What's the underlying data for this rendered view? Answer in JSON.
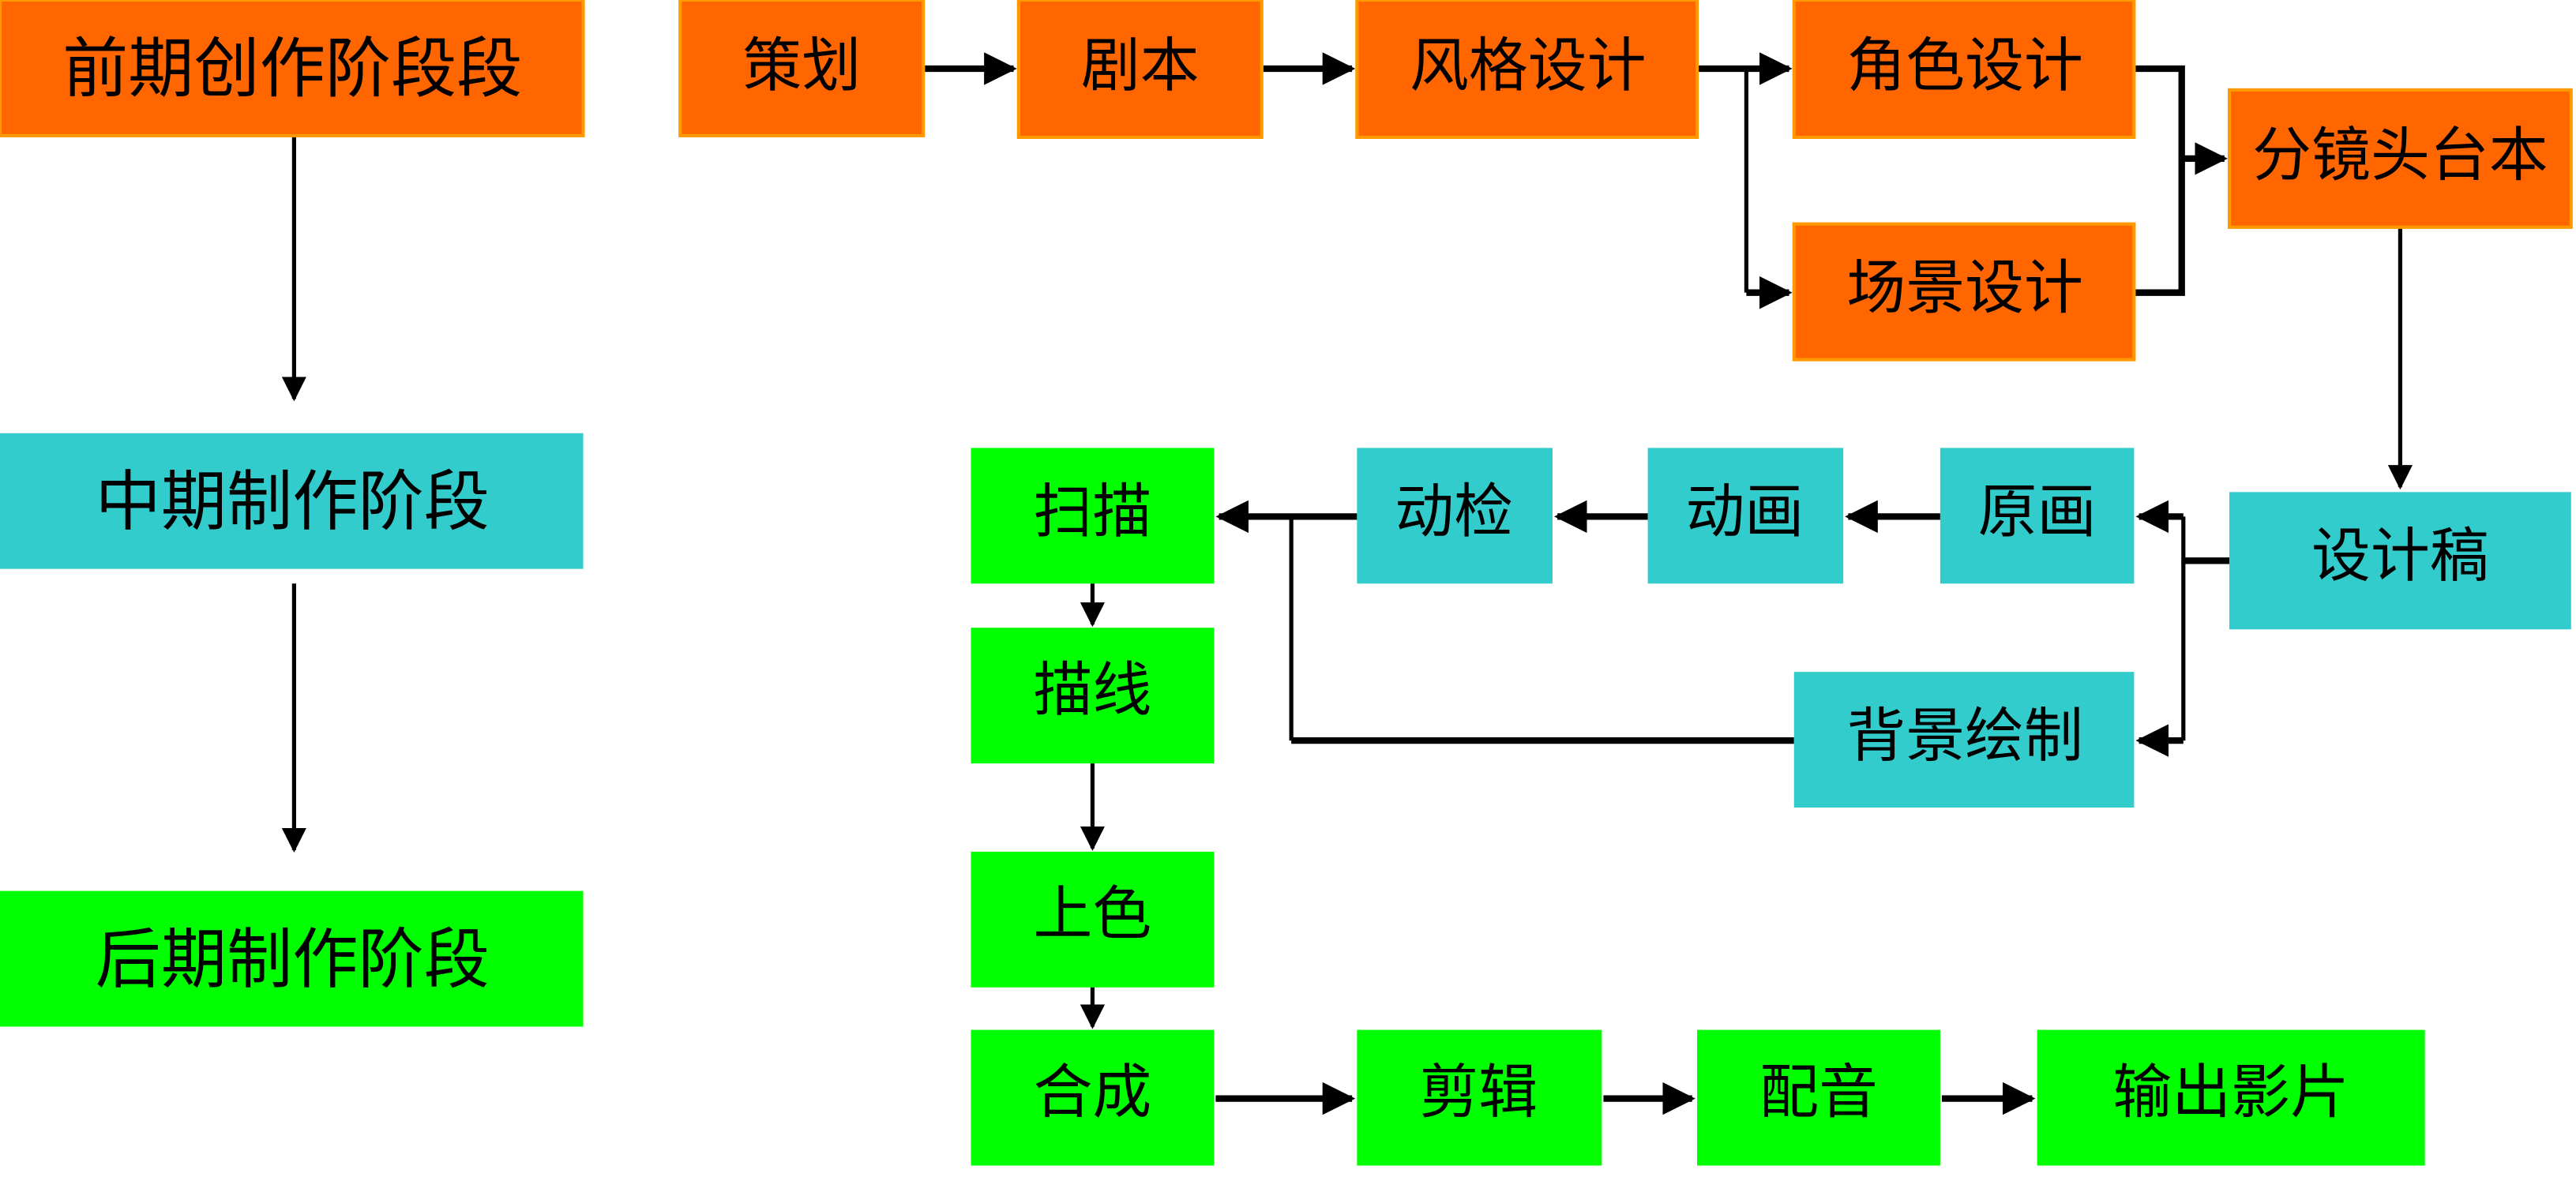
{
  "title": "动画制作流程图",
  "colors": {
    "pre_production": "#FF6600",
    "pre_production_border": "#FF9900",
    "production": "#33CCCC",
    "post_production": "#00FF00",
    "connector": "#000000"
  },
  "stages": [
    {
      "id": "stage-pre",
      "label": "前期创作阶段段",
      "phase": "pre_production"
    },
    {
      "id": "stage-mid",
      "label": "中期制作阶段",
      "phase": "production"
    },
    {
      "id": "stage-post",
      "label": "后期制作阶段",
      "phase": "post_production"
    }
  ],
  "nodes": [
    {
      "id": "planning",
      "label": "策划",
      "phase": "pre_production"
    },
    {
      "id": "script",
      "label": "剧本",
      "phase": "pre_production"
    },
    {
      "id": "style-design",
      "label": "风格设计",
      "phase": "pre_production"
    },
    {
      "id": "character-design",
      "label": "角色设计",
      "phase": "pre_production"
    },
    {
      "id": "scene-design",
      "label": "场景设计",
      "phase": "pre_production"
    },
    {
      "id": "storyboard",
      "label": "分镜头台本",
      "phase": "pre_production"
    },
    {
      "id": "layout",
      "label": "设计稿",
      "phase": "production"
    },
    {
      "id": "key-animation",
      "label": "原画",
      "phase": "production"
    },
    {
      "id": "in-between",
      "label": "动画",
      "phase": "production"
    },
    {
      "id": "animation-check",
      "label": "动检",
      "phase": "production"
    },
    {
      "id": "background-painting",
      "label": "背景绘制",
      "phase": "production"
    },
    {
      "id": "scanning",
      "label": "扫描",
      "phase": "post_production"
    },
    {
      "id": "line-tracing",
      "label": "描线",
      "phase": "post_production"
    },
    {
      "id": "coloring",
      "label": "上色",
      "phase": "post_production"
    },
    {
      "id": "compositing",
      "label": "合成",
      "phase": "post_production"
    },
    {
      "id": "editing",
      "label": "剪辑",
      "phase": "post_production"
    },
    {
      "id": "dubbing",
      "label": "配音",
      "phase": "post_production"
    },
    {
      "id": "output-film",
      "label": "输出影片",
      "phase": "post_production"
    }
  ],
  "edges": [
    {
      "from": "stage-pre",
      "to": "stage-mid"
    },
    {
      "from": "stage-mid",
      "to": "stage-post"
    },
    {
      "from": "planning",
      "to": "script"
    },
    {
      "from": "script",
      "to": "style-design"
    },
    {
      "from": "style-design",
      "to": "character-design"
    },
    {
      "from": "style-design",
      "to": "scene-design"
    },
    {
      "from": "character-design",
      "to": "storyboard"
    },
    {
      "from": "scene-design",
      "to": "storyboard"
    },
    {
      "from": "storyboard",
      "to": "layout"
    },
    {
      "from": "layout",
      "to": "key-animation"
    },
    {
      "from": "layout",
      "to": "background-painting"
    },
    {
      "from": "key-animation",
      "to": "in-between"
    },
    {
      "from": "in-between",
      "to": "animation-check"
    },
    {
      "from": "animation-check",
      "to": "scanning"
    },
    {
      "from": "background-painting",
      "to": "scanning"
    },
    {
      "from": "scanning",
      "to": "line-tracing"
    },
    {
      "from": "line-tracing",
      "to": "coloring"
    },
    {
      "from": "coloring",
      "to": "compositing"
    },
    {
      "from": "compositing",
      "to": "editing"
    },
    {
      "from": "editing",
      "to": "dubbing"
    },
    {
      "from": "dubbing",
      "to": "output-film"
    }
  ]
}
